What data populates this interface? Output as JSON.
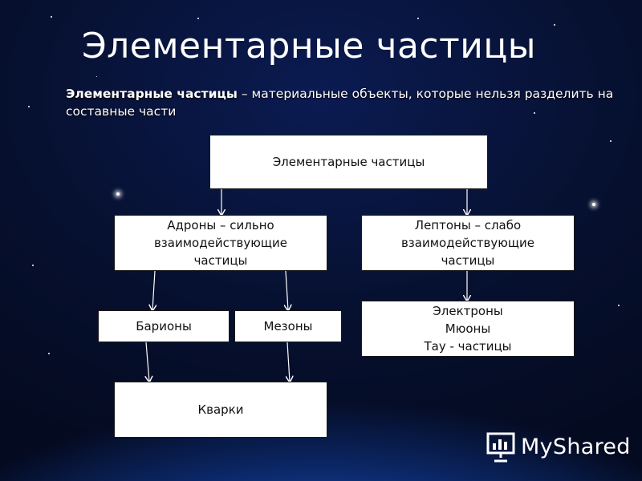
{
  "title": "Элементарные частицы",
  "definition": {
    "term": "Элементарные частицы",
    "text": " – материальные объекты, которые нельзя разделить на составные части"
  },
  "nodes": {
    "root": "Элементарные частицы",
    "hadrons": [
      "Адроны – сильно",
      "взаимодействующие",
      "частицы"
    ],
    "leptons": [
      "Лептоны – слабо",
      "взаимодействующие",
      "частицы"
    ],
    "baryons": "Барионы",
    "mesons": "Мезоны",
    "lepton_types": [
      "Электроны",
      "Мюоны",
      "Тау - частицы"
    ],
    "quarks": "Кварки"
  },
  "edges": [
    [
      "root",
      "hadrons"
    ],
    [
      "root",
      "leptons"
    ],
    [
      "hadrons",
      "baryons"
    ],
    [
      "hadrons",
      "mesons"
    ],
    [
      "leptons",
      "lepton_types"
    ],
    [
      "baryons",
      "quarks"
    ],
    [
      "mesons",
      "quarks"
    ]
  ],
  "logo": {
    "text": "MyShared"
  },
  "colors": {
    "box_bg": "#ffffff",
    "line": "#ffffff",
    "text_light": "#ffffff"
  }
}
